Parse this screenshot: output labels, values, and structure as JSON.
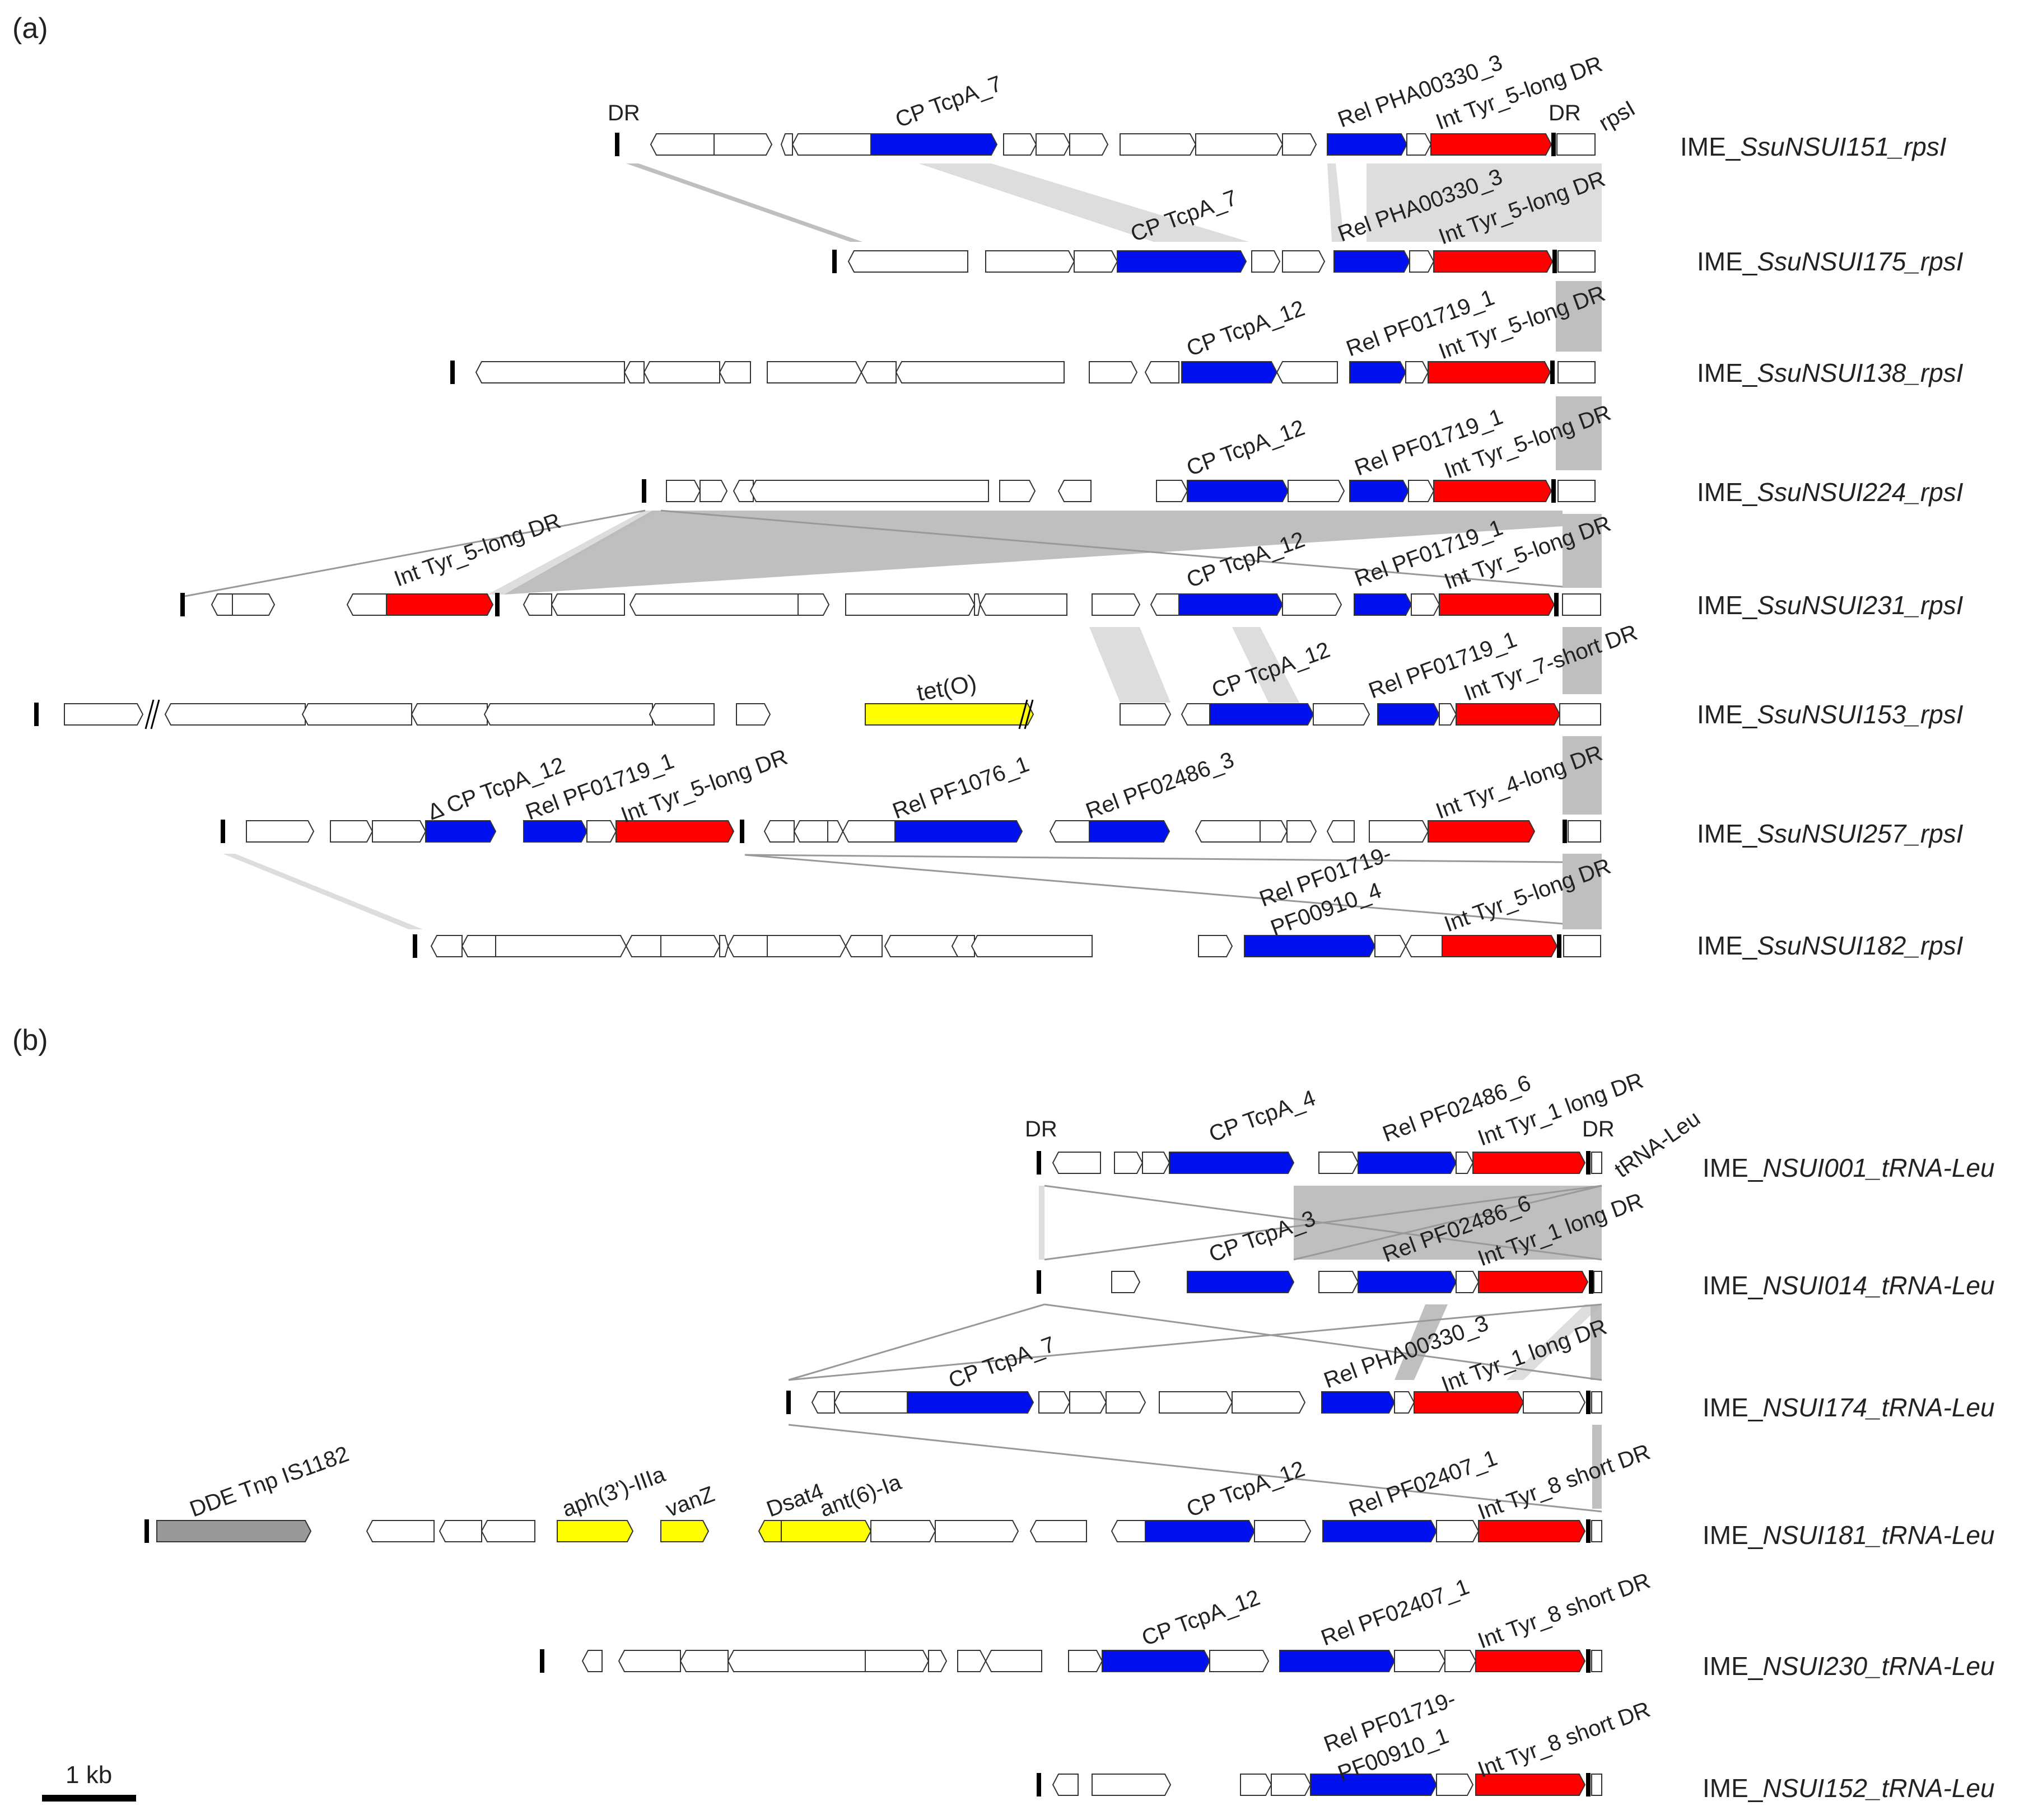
{
  "colors": {
    "cp": "#0010ee",
    "rel": "#0010ee",
    "int": "#ff0000",
    "resistance": "#ffff00",
    "transposase": "#999999",
    "other": "#ffffff",
    "outline": "#333333",
    "homology": "#b8b8b8",
    "homology_light": "#d9d9d9"
  },
  "panels": [
    "(a)",
    "(b)"
  ],
  "scale_bar": {
    "label": "1 kb"
  },
  "tracks_a": [
    {
      "name_prefix": "IME_",
      "name_italic": "SsuNSUI151_rpsI"
    },
    {
      "name_prefix": "IME_",
      "name_italic": "SsuNSUI175_rpsI"
    },
    {
      "name_prefix": "IME_",
      "name_italic": "SsuNSUI138_rpsI"
    },
    {
      "name_prefix": "IME_",
      "name_italic": "SsuNSUI224_rpsI"
    },
    {
      "name_prefix": "IME_",
      "name_italic": "SsuNSUI231_rpsI"
    },
    {
      "name_prefix": "IME_",
      "name_italic": "SsuNSUI153_rpsI"
    },
    {
      "name_prefix": "IME_",
      "name_italic": "SsuNSUI257_rpsI"
    },
    {
      "name_prefix": "IME_",
      "name_italic": "SsuNSUI182_rpsI"
    }
  ],
  "tracks_b": [
    {
      "name_prefix": "IME_",
      "name_italic": "NSUI001_tRNA-Leu"
    },
    {
      "name_prefix": "IME_",
      "name_italic": "NSUI014_tRNA-Leu"
    },
    {
      "name_prefix": "IME_",
      "name_italic": "NSUI174_tRNA-Leu"
    },
    {
      "name_prefix": "IME_",
      "name_italic": "NSUI181_tRNA-Leu"
    },
    {
      "name_prefix": "IME_",
      "name_italic": "NSUI230_tRNA-Leu"
    },
    {
      "name_prefix": "IME_",
      "name_italic": "NSUI152_tRNA-Leu"
    }
  ],
  "gene_labels": {
    "dr": "DR",
    "rpsi": "rpsI",
    "trna_leu": "tRNA-Leu",
    "cp7": "CP TcpA_7",
    "cp12": "CP TcpA_12",
    "dcp12": "Δ CP TcpA_12",
    "cp4": "CP TcpA_4",
    "cp3": "CP TcpA_3",
    "rel_pha": "Rel PHA00330_3",
    "rel_pf1719": "Rel PF01719_1",
    "rel_pf1076": "Rel PF1076_1",
    "rel_pf2486_3": "Rel PF02486_3",
    "rel_pf2486_6": "Rel PF02486_6",
    "rel_pf2407": "Rel PF02407_1",
    "rel_combo_4_l1": "Rel PF01719-",
    "rel_combo_4_l2": "PF00910_4",
    "rel_combo_1_l1": "Rel PF01719-",
    "rel_combo_1_l2": "PF00910_1",
    "int5": "Int Tyr_5-long DR",
    "int7": "Int Tyr_7-short DR",
    "int4": "Int Tyr_4-long DR",
    "int1": "Int Tyr_1 long DR",
    "int8": "Int Tyr_8 short DR",
    "teto": "tet(O)",
    "dde": "DDE Tnp IS1182",
    "aph": "aph(3')-IIIa",
    "vanz": "vanZ",
    "dsat4": "Dsat4",
    "ant6": "ant(6)-Ia"
  }
}
